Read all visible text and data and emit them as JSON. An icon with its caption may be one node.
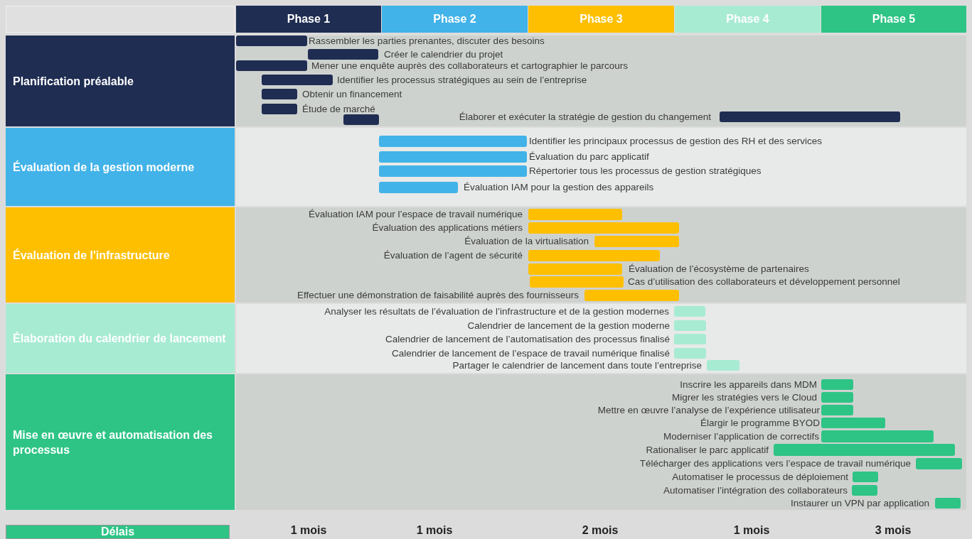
{
  "diagram": {
    "nodes": [
      {
        "text": [
          "Phase 1"
        ]
      },
      {
        "text": [
          "Phase 2"
        ]
      },
      {
        "text": [
          "Phase 3"
        ]
      },
      {
        "text": [
          "Phase 4"
        ]
      },
      {
        "text": [
          "Phase 5"
        ]
      },
      {
        "text": [
          "Planification préalable"
        ]
      },
      {
        "text": [
          "Évaluation de la gestion moderne"
        ]
      },
      {
        "text": [
          "Évaluation de l'infrastructure"
        ]
      },
      {
        "text": [
          "Élaboration du calendrier de lancement"
        ]
      },
      {
        "text": [
          "Mise en œuvre et automatisation des processus"
        ]
      },
      {
        "text": [
          "Délais"
        ]
      },
      {
        "text": [],
        "shape": "bar",
        "beside": [
          "Rassembler les parties prenantes, discuter des besoins"
        ]
      },
      {
        "text": [],
        "shape": "bar",
        "beside": [
          "Créer le calendrier du projet"
        ]
      },
      {
        "text": [],
        "shape": "bar",
        "beside": [
          "Mener une enquête auprès des collaborateurs et cartographier le parcours"
        ]
      },
      {
        "text": [],
        "shape": "bar",
        "beside": [
          "Identifier les processus stratégiques au sein de l’entreprise"
        ]
      },
      {
        "text": [],
        "shape": "bar",
        "beside": [
          "Obtenir un financement"
        ]
      },
      {
        "text": [],
        "shape": "bar",
        "beside": [
          "Étude de marché"
        ]
      },
      {
        "text": [],
        "shape": "bar"
      },
      {
        "text": [],
        "shape": "bar",
        "beside": [
          "Élaborer et exécuter la stratégie de gestion du changement"
        ]
      },
      {
        "text": [],
        "shape": "bar",
        "beside": [
          "Identifier les principaux processus de gestion des RH et des services"
        ]
      },
      {
        "text": [],
        "shape": "bar",
        "beside": [
          "Évaluation du parc applicatif"
        ]
      },
      {
        "text": [],
        "shape": "bar",
        "beside": [
          "Répertorier tous les processus de gestion stratégiques"
        ]
      },
      {
        "text": [],
        "shape": "bar",
        "beside": [
          "Évaluation IAM pour la gestion des appareils"
        ]
      },
      {
        "text": [],
        "shape": "bar",
        "beside": [
          "Évaluation IAM pour l’espace de travail numérique"
        ]
      },
      {
        "text": [],
        "shape": "bar",
        "beside": [
          "Évaluation des applications métiers"
        ]
      },
      {
        "text": [],
        "shape": "bar",
        "beside": [
          "Évaluation de la virtualisation"
        ]
      },
      {
        "text": [],
        "shape": "bar",
        "beside": [
          "Évaluation de l’agent de sécurité"
        ]
      },
      {
        "text": [],
        "shape": "bar",
        "beside": [
          "Évaluation de l’écosystème de partenaires"
        ]
      },
      {
        "text": [],
        "shape": "bar",
        "beside": [
          "Cas d’utilisation des collaborateurs et développement personnel"
        ]
      },
      {
        "text": [],
        "shape": "bar",
        "beside": [
          "Effectuer une démonstration de faisabilité auprès des fournisseurs"
        ]
      },
      {
        "text": [],
        "shape": "bar",
        "beside": [
          "Analyser les résultats de l’évaluation de l’infrastructure et de la gestion modernes"
        ]
      },
      {
        "text": [],
        "shape": "bar",
        "beside": [
          "Calendrier de lancement de la gestion moderne"
        ]
      },
      {
        "text": [],
        "shape": "bar",
        "beside": [
          "Calendrier de lancement de l’automatisation des processus finalisé"
        ]
      },
      {
        "text": [],
        "shape": "bar",
        "beside": [
          "Calendrier de lancement de l’espace de travail numérique finalisé"
        ]
      },
      {
        "text": [],
        "shape": "bar",
        "beside": [
          "Partager le calendrier de lancement dans toute l’entreprise"
        ]
      },
      {
        "text": [],
        "shape": "bar",
        "beside": [
          "Inscrire les appareils dans MDM"
        ]
      },
      {
        "text": [],
        "shape": "bar",
        "beside": [
          "Migrer les stratégies vers le Cloud"
        ]
      },
      {
        "text": [],
        "shape": "bar",
        "beside": [
          "Mettre en œuvre l’analyse de l’expérience utilisateur"
        ]
      },
      {
        "text": [],
        "shape": "bar",
        "beside": [
          "Élargir le programme BYOD"
        ]
      },
      {
        "text": [],
        "shape": "bar",
        "beside": [
          "Moderniser l’application de correctifs"
        ]
      },
      {
        "text": [],
        "shape": "bar",
        "beside": [
          "Rationaliser le parc applicatif"
        ]
      },
      {
        "text": [],
        "shape": "bar",
        "beside": [
          "Télécharger des applications vers l’espace de travail numérique"
        ]
      },
      {
        "text": [],
        "shape": "bar",
        "beside": [
          "Automatiser le processus de déploiement"
        ]
      },
      {
        "text": [],
        "shape": "bar",
        "beside": [
          "Automatiser l’intégration des collaborateurs"
        ]
      },
      {
        "text": [],
        "shape": "bar",
        "beside": [
          "Instaurer un VPN par application"
        ]
      }
    ],
    "labels": [
      "1 mois",
      "1 mois",
      "2 mois",
      "1 mois",
      "3 mois"
    ]
  }
}
